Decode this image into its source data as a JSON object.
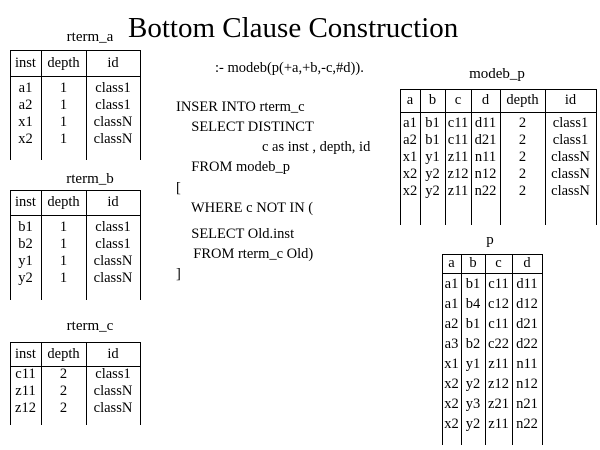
{
  "title": "Bottom Clause Construction",
  "modeb_decl": ":- modeb(p(+a,+b,-c,#d)).",
  "sql_lines": [
    "INSER INTO rterm_c",
    "  SELECT DISTINCT",
    "        c as inst , depth, id",
    "  FROM modeb_p",
    "[",
    "  WHERE c NOT IN (",
    "  SELECT Old.inst",
    "  FROM rterm_c Old)",
    "]"
  ],
  "tables": {
    "rterm_a": {
      "name": "rterm_a",
      "columns": [
        "inst",
        "depth",
        "id"
      ],
      "rows": [
        [
          "a1",
          "1",
          "class1"
        ],
        [
          "a2",
          "1",
          "class1"
        ],
        [
          "x1",
          "1",
          "classN"
        ],
        [
          "x2",
          "1",
          "classN"
        ]
      ]
    },
    "rterm_b": {
      "name": "rterm_b",
      "columns": [
        "inst",
        "depth",
        "id"
      ],
      "rows": [
        [
          "b1",
          "1",
          "class1"
        ],
        [
          "b2",
          "1",
          "class1"
        ],
        [
          "y1",
          "1",
          "classN"
        ],
        [
          "y2",
          "1",
          "classN"
        ]
      ]
    },
    "rterm_c": {
      "name": "rterm_c",
      "columns": [
        "inst",
        "depth",
        "id"
      ],
      "rows": [
        [
          "c11",
          "2",
          "class1"
        ],
        [
          "z11",
          "2",
          "classN"
        ],
        [
          "z12",
          "2",
          "classN"
        ]
      ]
    },
    "modeb_p": {
      "name": "modeb_p",
      "columns": [
        "a",
        "b",
        "c",
        "d",
        "depth",
        "id"
      ],
      "rows": [
        [
          "a1",
          "b1",
          "c11",
          "d11",
          "2",
          "class1"
        ],
        [
          "a2",
          "b1",
          "c11",
          "d21",
          "2",
          "class1"
        ],
        [
          "x1",
          "y1",
          "z11",
          "n11",
          "2",
          "classN"
        ],
        [
          "x2",
          "y2",
          "z12",
          "n12",
          "2",
          "classN"
        ],
        [
          "x2",
          "y2",
          "z11",
          "n22",
          "2",
          "classN"
        ]
      ]
    },
    "p": {
      "name": "p",
      "columns": [
        "a",
        "b",
        "c",
        "d"
      ],
      "rows": [
        [
          "a1",
          "b1",
          "c11",
          "d11"
        ],
        [
          "a1",
          "b4",
          "c12",
          "d12"
        ],
        [
          "a2",
          "b1",
          "c11",
          "d21"
        ],
        [
          "a3",
          "b2",
          "c22",
          "d22"
        ],
        [
          "x1",
          "y1",
          "z11",
          "n11"
        ],
        [
          "x2",
          "y2",
          "z12",
          "n12"
        ],
        [
          "x2",
          "y3",
          "z21",
          "n21"
        ],
        [
          "x2",
          "y2",
          "z11",
          "n22"
        ]
      ]
    }
  }
}
